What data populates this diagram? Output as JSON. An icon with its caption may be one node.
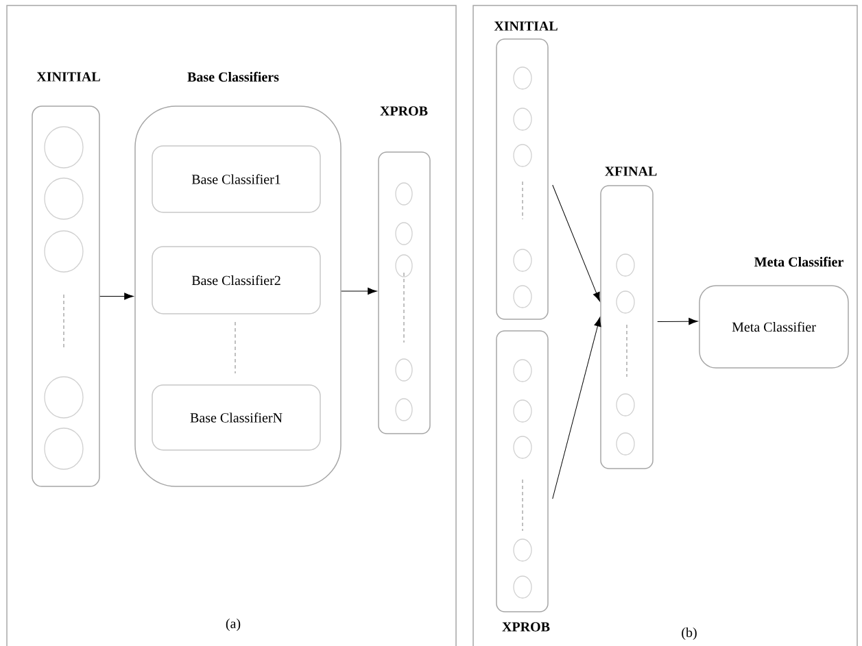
{
  "diagram": {
    "nodes": [
      {
        "text": [
          "XINITIAL"
        ]
      },
      {
        "text": [
          "Base Classifiers"
        ]
      },
      {
        "text": [
          "Base Classifier1"
        ],
        "in": 1
      },
      {
        "text": [
          "Base Classifier2"
        ],
        "in": 1
      },
      {
        "text": [
          "Base ClassifierN"
        ],
        "in": 1
      },
      {
        "text": [
          "XPROB"
        ]
      },
      {
        "text": [
          "XINITIAL"
        ]
      },
      {
        "text": [
          "XPROB"
        ]
      },
      {
        "text": [
          "XFINAL"
        ]
      },
      {
        "text": [
          "Meta Classifier",
          "Meta Classifier"
        ]
      }
    ],
    "edges": [
      {
        "from": 0,
        "to": 1,
        "arrow": "to"
      },
      {
        "from": 1,
        "to": 5,
        "arrow": "to"
      },
      {
        "from": 6,
        "to": 8,
        "arrow": "to"
      },
      {
        "from": 7,
        "to": 8,
        "arrow": "to"
      },
      {
        "from": 8,
        "to": 9,
        "arrow": "to"
      }
    ],
    "labels": [
      "(a)",
      "(b)"
    ]
  }
}
